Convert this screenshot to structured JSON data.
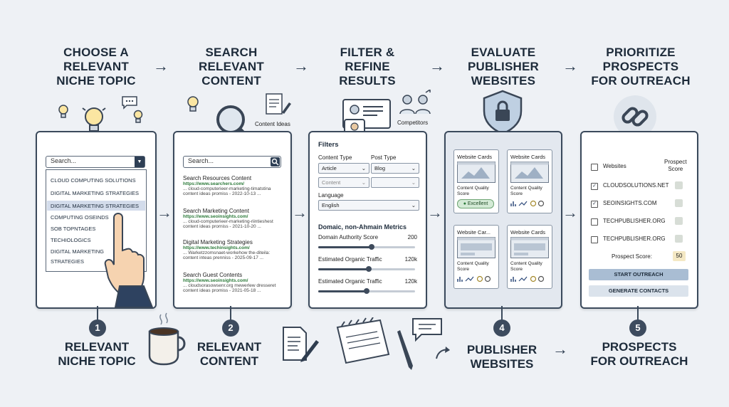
{
  "headings": [
    [
      "CHOOSE A",
      "RELEVANT",
      "NICHE TOPIC"
    ],
    [
      "SEARCH",
      "RELEVANT",
      "CONTENT"
    ],
    [
      "FILTER &",
      "REFINE",
      "RESULTS"
    ],
    [
      "EVALUATE",
      "PUBLISHER",
      "WEBSITES"
    ],
    [
      "PRIORITIZE",
      "PROSPECTS",
      "FOR OUTREACH"
    ]
  ],
  "arrow_glyph": "→",
  "panel1": {
    "search_placeholder": "Search...",
    "items": [
      "CLOUD COMPUTING SOLUTIONS",
      "DIGITAL MARKETING STRATEGIES",
      "DIGITAL MARKETING STRATEGIES",
      "COMPUTING OSEINDS",
      "SOB TOPNTAGES",
      "TECHIOLOGICS",
      "DIGITAL MARKETING",
      "STRATEGIES"
    ]
  },
  "panel2": {
    "label_content_ideas": "Content Ideas",
    "search_placeholder": "Search...",
    "results": [
      {
        "title": "Search Resources Content",
        "url": "https://www.searchers.com/",
        "snippet1": "... cloud-computerieer-marketing-timatstina",
        "snippet2": "content ideas promiss - 2022-10-13 ..."
      },
      {
        "title": "Search Marketing Content",
        "url": "https://www.seoinsights.com/",
        "snippet1": "... cloud-computerieer-marketing-riintieshest",
        "snippet2": "content ideas prorniss - 2021-10-20 ..."
      },
      {
        "title": "Digital Marketing Strategies",
        "url": "https://www.techinsights.com/",
        "snippet1": "... Warketzzomsnaet-workehow the-diteila:",
        "snippet2": "content inteas prenniss - 2025-09-17 ..."
      },
      {
        "title": "Search Guest Contents",
        "url": "https://www.seoinsights.com/",
        "snippet1": "... cloudsorasowsenr.org mewerlew dresseret",
        "snippet2": "content ideas promiss - 2021-05-18 ..."
      }
    ]
  },
  "panel3": {
    "label_competitors": "Competitors",
    "filters_title": "Filters",
    "content_type_label": "Content Type",
    "post_type_label": "Post Type",
    "content_type_value": "Article",
    "post_type_value": "Blog",
    "content_value2": "Content",
    "language_label": "Language",
    "language_value": "English",
    "metrics_title": "Domaic, non-Ahmain Metrics",
    "metrics": [
      {
        "label": "Domain Authority Score",
        "value": "200",
        "fill": 0.55
      },
      {
        "label": "Estimated Organic Traffic",
        "value": "120k",
        "fill": 0.52
      },
      {
        "label": "Estimated Organic Traffic",
        "value": "120k",
        "fill": 0.5
      }
    ]
  },
  "panel4": {
    "cards": [
      {
        "title": "Website Cards",
        "quality": [
          "Content Quality",
          "Score"
        ],
        "badge": "Excellent"
      },
      {
        "title": "Website Cards",
        "quality": [
          "Content Quality",
          "Score"
        ],
        "badge": ""
      },
      {
        "title": "Website Car...",
        "quality": [
          "Content Quality",
          "Score"
        ],
        "badge": ""
      },
      {
        "title": "Website Cards",
        "quality": [
          "Content Quality",
          "Score"
        ],
        "badge": ""
      }
    ]
  },
  "panel5": {
    "websites_label": "Websites",
    "prospect_score_header": [
      "Prospect",
      "Score"
    ],
    "sites": [
      {
        "name": "CLOUDSOLUTIONS.NET",
        "checked": true
      },
      {
        "name": "SEOINSIGHTS.COM",
        "checked": true
      },
      {
        "name": "TECHPUBLISHER.ORG",
        "checked": false
      },
      {
        "name": "TECHPUBLISHER.ORG",
        "checked": false
      }
    ],
    "check_glyph": "✓",
    "prospect_score_label": "Prospect Score:",
    "prospect_score_value": "50",
    "start_button": "START OUTREACH",
    "generate_button": "GENERATE CONTACTS"
  },
  "steps": [
    "1",
    "2",
    "4",
    "5"
  ],
  "footers": [
    [
      "RELEVANT",
      "NICHE TOPIC"
    ],
    [
      "RELEVANT",
      "CONTENT"
    ],
    [
      "PUBLISHER",
      "WEBSITES"
    ],
    [
      "PROSPECTS",
      "FOR OUTREACH"
    ]
  ]
}
